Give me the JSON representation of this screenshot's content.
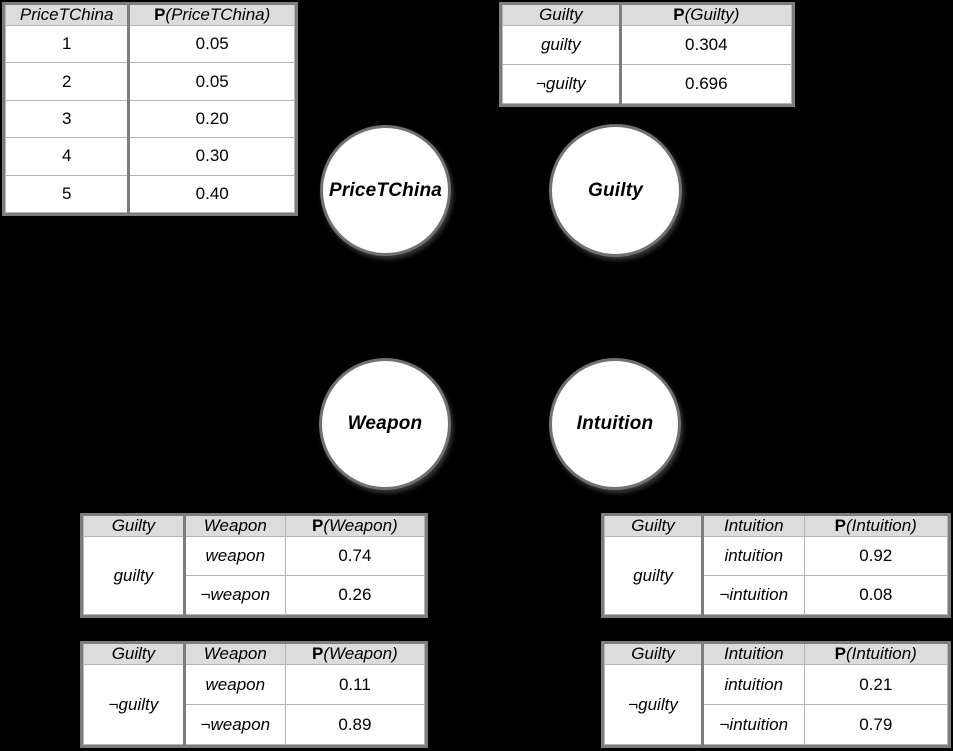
{
  "background_color": "#000000",
  "node_fill_color": "#ffffff",
  "node_border_color": "#707070",
  "table_border_color": "#7d7d7d",
  "table_header_color": "#dcdcdc",
  "nodes": [
    {
      "id": "pricetchina",
      "label": "PriceTChina"
    },
    {
      "id": "guilty",
      "label": "Guilty"
    },
    {
      "id": "weapon",
      "label": "Weapon"
    },
    {
      "id": "intuition",
      "label": "Intuition"
    }
  ],
  "tables": {
    "pricetchina": {
      "headers": [
        "PriceTChina",
        "P(PriceTChina)"
      ],
      "header_prob_prefix": "P",
      "header_prob_arg": "(PriceTChina)",
      "rows": [
        {
          "state": "1",
          "prob": "0.05"
        },
        {
          "state": "2",
          "prob": "0.05"
        },
        {
          "state": "3",
          "prob": "0.20"
        },
        {
          "state": "4",
          "prob": "0.30"
        },
        {
          "state": "5",
          "prob": "0.40"
        }
      ]
    },
    "guilty": {
      "headers": [
        "Guilty",
        "P(Guilty)"
      ],
      "header_prob_prefix": "P",
      "header_prob_arg": "(Guilty)",
      "rows": [
        {
          "state": "guilty",
          "prob": "0.304"
        },
        {
          "state": "¬guilty",
          "prob": "0.696"
        }
      ]
    },
    "weapon_guilty": {
      "headers": [
        "Guilty",
        "Weapon",
        "P(Weapon)"
      ],
      "header_prob_prefix": "P",
      "header_prob_arg": "(Weapon)",
      "parent_state": "guilty",
      "rows": [
        {
          "state": "weapon",
          "prob": "0.74"
        },
        {
          "state": "¬weapon",
          "prob": "0.26"
        }
      ]
    },
    "weapon_notguilty": {
      "headers": [
        "Guilty",
        "Weapon",
        "P(Weapon)"
      ],
      "header_prob_prefix": "P",
      "header_prob_arg": "(Weapon)",
      "parent_state": "¬guilty",
      "rows": [
        {
          "state": "weapon",
          "prob": "0.11"
        },
        {
          "state": "¬weapon",
          "prob": "0.89"
        }
      ]
    },
    "intuition_guilty": {
      "headers": [
        "Guilty",
        "Intuition",
        "P(Intuition)"
      ],
      "header_prob_prefix": "P",
      "header_prob_arg": "(Intuition)",
      "parent_state": "guilty",
      "rows": [
        {
          "state": "intuition",
          "prob": "0.92"
        },
        {
          "state": "¬intuition",
          "prob": "0.08"
        }
      ]
    },
    "intuition_notguilty": {
      "headers": [
        "Guilty",
        "Intuition",
        "P(Intuition)"
      ],
      "header_prob_prefix": "P",
      "header_prob_arg": "(Intuition)",
      "parent_state": "¬guilty",
      "rows": [
        {
          "state": "intuition",
          "prob": "0.21"
        },
        {
          "state": "¬intuition",
          "prob": "0.79"
        }
      ]
    }
  }
}
